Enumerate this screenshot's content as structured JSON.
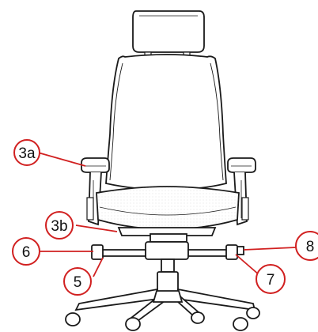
{
  "figure": {
    "subject": "office-chair-front",
    "callouts": [
      {
        "id": "3a",
        "label": "3a"
      },
      {
        "id": "3b",
        "label": "3b"
      },
      {
        "id": "5",
        "label": "5"
      },
      {
        "id": "6",
        "label": "6"
      },
      {
        "id": "7",
        "label": "7"
      },
      {
        "id": "8",
        "label": "8"
      }
    ]
  },
  "colors": {
    "line": "#1a1a1a",
    "callout_ring": "#d12020",
    "callout_fill": "#ffffff"
  }
}
